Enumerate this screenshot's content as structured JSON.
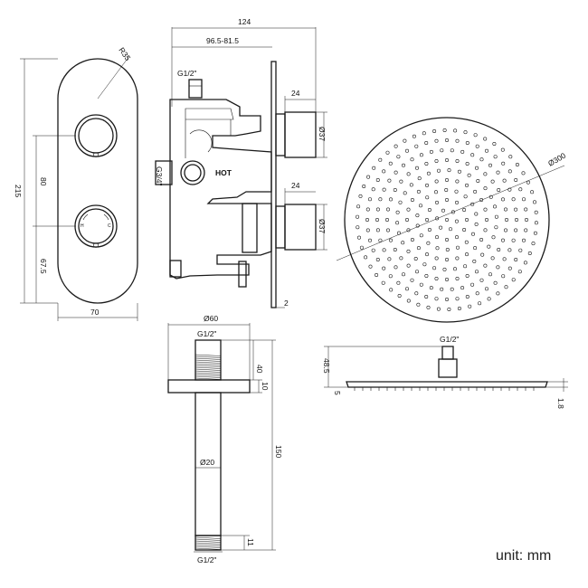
{
  "valve_front": {
    "width": "70",
    "height": "215",
    "radius": "R35",
    "spacing": "80",
    "offset": "67.5"
  },
  "valve_side": {
    "depth": "124",
    "depth_range": "96.5-81.5",
    "inlet_top": "G1/2\"",
    "inlet_side": "G3/4\"",
    "hot_label": "HOT",
    "outlet_length_a": "24",
    "outlet_length_b": "24",
    "outlet_dia_a": "Ø37",
    "outlet_dia_b": "Ø37",
    "plate": "2"
  },
  "shower_head_top": {
    "diameter": "Ø300"
  },
  "shower_head_side": {
    "connection": "G1/2\"",
    "height": "48.5",
    "thickness": "5",
    "edge": "1.8"
  },
  "ceiling_arm": {
    "flange_dia": "Ø60",
    "top_thread": "G1/2\"",
    "top_length": "40",
    "flange_thk": "10",
    "total_length": "150",
    "pipe_dia": "Ø20",
    "bottom_length": "11",
    "bottom_thread": "G1/2\""
  },
  "unit_label": "unit: mm"
}
